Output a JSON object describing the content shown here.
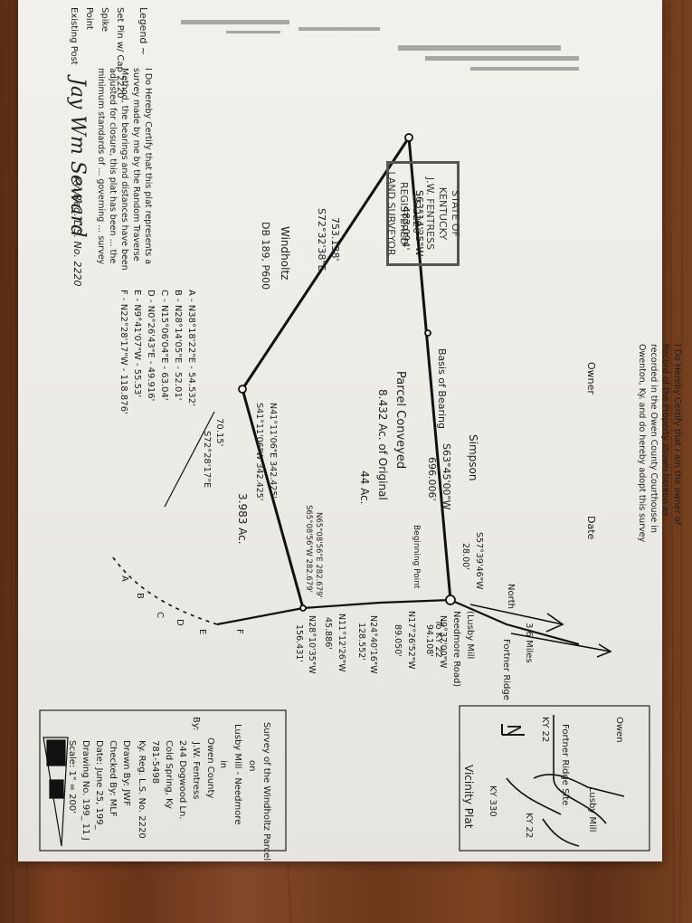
{
  "certification": {
    "text": "I Do Hereby Certify that this plat represents a survey made by me by the Random Traverse Method, the bearings and distances have been adjusted for closure, this plat has been ... the minimum standards of ... governing ... survey",
    "signature": "Jay Wm Seward",
    "reg": "Ky. Reg. L.S. No. 2220"
  },
  "stamp": {
    "line1": "STATE OF KENTUCKY",
    "line2": "J.W. FENTRESS",
    "line3": "LS 2220",
    "line4": "REGISTERED",
    "line5": "LAND SURVEYOR"
  },
  "owner_cert": {
    "text": "I Do Hereby Certify that I am the owner of Record of the Property shown hereon as recorded in the Owen County Courthouse in Owenton, Ky. and do hereby adopt this survey",
    "owner_label": "Owner",
    "date_label": "Date"
  },
  "legend": {
    "title": "Legend ~",
    "items": [
      "Set Pin w/ Cap 2220",
      "Spike",
      "Point",
      "Existing Post"
    ]
  },
  "labels": {
    "north": "North",
    "simpson": "Simpson",
    "basis_of_bearing": "Basis of Bearing",
    "basis_bearing": "S63°45'00\"W",
    "basis_dist": "696.006'",
    "beginning_point": "Beginning Point",
    "parcel_conveyed": "Parcel Conveyed",
    "parcel_area": "8.432 Ac. of Original",
    "original_area": "44 Ac.",
    "remainder_area": "3.983 Ac.",
    "windholtz": "Windholtz",
    "db": "DB 189, P600",
    "line_bearing_left": "S63°14'25\"W",
    "line_dist_left": "483.094'",
    "line_top_bearing": "S72°32'38\"E",
    "line_top_dist": "753.138'",
    "road1": "(Lusby Mill",
    "road2": "Needmore Road)",
    "road3": "To KY 22",
    "road4": "Fortner Ridge",
    "miles": "3.6 Miles",
    "s_corner": "S57°39'46\"W",
    "s_corner_dist": "28.00'",
    "n_bear1": "N9°37'00\"W",
    "n_dist1": "94.108'",
    "n_bear2": "N17°26'52\"W",
    "n_dist2": "89.050'",
    "n_bear3": "N24°40'16\"W",
    "n_dist3": "128.552'",
    "n_bear4": "N11°12'26\"W",
    "n_dist4": "45.886'",
    "n_bear5": "N28°10'35\"W",
    "n_dist5": "156.431'",
    "mid_b1": "N65°08'56\"E 282.679'",
    "mid_b2": "S65°08'56\"W 282.679'",
    "mid_b3": "N41°11'06\"E 342.425'",
    "mid_b4": "S41°11'06\"W 342.425'",
    "off_b": "S72°28'17\"E",
    "off_d": "70.15'",
    "pts": [
      "A",
      "B",
      "C",
      "D",
      "E",
      "F"
    ]
  },
  "call_table": [
    "A - N38°18'22\"E - 54.532'",
    "B - N28°14'05\"E - 52.01'",
    "C - N15°06'04\"E - 63.04'",
    "D - N0°26'43\"E - 49.916'",
    "E - N9°41'07\"W - 55.53'",
    "F - N22°28'17\"W - 118.876'"
  ],
  "title_block": {
    "title": "Survey of the Windholtz Parcel",
    "on": "on",
    "road": "Lusby Mill - Needmore",
    "in": "in",
    "county": "Owen County",
    "by": "By:",
    "surveyor": "J.W. Fentress",
    "address1": "244 Dogwood Ln.",
    "address2": "Cold Spring, Ky",
    "phone": "781-5498",
    "reg": "Ky. Reg. L.S. No. 2220",
    "drawn": "Drawn By: JWF",
    "checked": "Checked By: MLF",
    "date": "Date: June 25, 199_",
    "drawing": "Drawing No. 199_ 11 J",
    "scale": "Scale: 1\" = 200'"
  },
  "vicinity": {
    "title": "Vicinity Plat",
    "site": "Fortner Ridge Site",
    "lusby": "Lusby Mill",
    "ky330": "KY 330",
    "ky22a": "KY 22",
    "ky22b": "KY 22",
    "owen": "Owen",
    "north": "N"
  }
}
